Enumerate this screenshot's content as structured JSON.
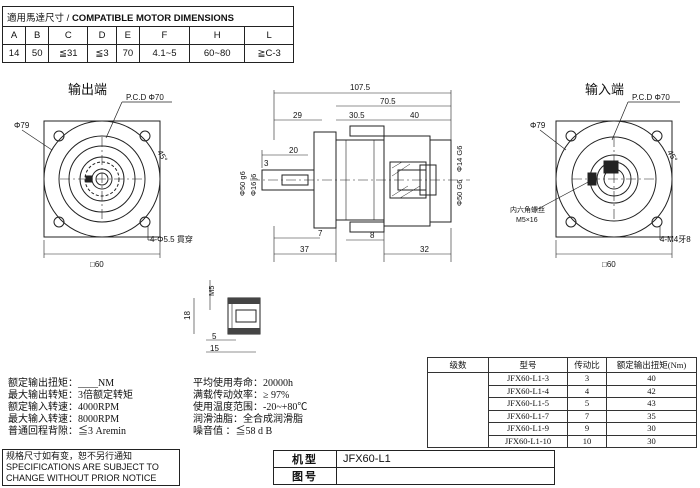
{
  "dim_table": {
    "title_cn": "適用馬達尺寸",
    "title_sep": " / ",
    "title_en": "COMPATIBLE MOTOR DIMENSIONS",
    "headers": [
      "A",
      "B",
      "C",
      "D",
      "E",
      "F",
      "H",
      "L"
    ],
    "values": [
      "14",
      "50",
      "≦31",
      "≦3",
      "70",
      "4.1~5",
      "60~80",
      "≧C-3"
    ]
  },
  "views": {
    "output_title": "输出端",
    "input_title": "输入端",
    "output_labels": {
      "pcd": "P.C.D Φ70",
      "dia79": "Φ79",
      "deg45": "45°",
      "holes": "4-Φ5.5 貫穿",
      "square": "□60"
    },
    "input_labels": {
      "pcd": "P.C.D Φ70",
      "dia79": "Φ79",
      "deg45": "45°",
      "hex": "内六角螺丝",
      "hex_size": "M5×16",
      "tap": "4-M4牙8",
      "square": "□60"
    },
    "side_labels": {
      "d107_5": "107.5",
      "d70_5": "70.5",
      "d29": "29",
      "d30_5": "30.5",
      "d40": "40",
      "d20": "20",
      "d3": "3",
      "d50g6": "Φ50 g6",
      "d16j6": "Φ16 j6",
      "d14g6": "Φ14 G6",
      "d50g6b": "Φ50 G6",
      "d7": "7",
      "d37": "37",
      "d8": "8",
      "d32": "32"
    },
    "key_labels": {
      "m5": "M5",
      "d18": "18",
      "d5": "5",
      "d15": "15"
    }
  },
  "specs_left": [
    "额定输出扭矩：____NM",
    "最大输出转矩：3倍额定转矩",
    "额定输入转速：4000RPM",
    "最大输入转速：8000RPM",
    "普通回程背隙：≦3 Aremin"
  ],
  "specs_right": [
    "平均使用寿命：20000h",
    "满载传动效率：≥ 97%",
    "使用温度范围：-20~+80℃",
    "润滑油脂：全合成润滑脂",
    "噪音值      ：≦58 d B"
  ],
  "notice": {
    "cn": "规格尺寸如有变，恕不另行通知",
    "en1": "SPECIFICATIONS ARE SUBJECT TO",
    "en2": "CHANGE WITHOUT PRIOR NOTICE"
  },
  "ratio_table": {
    "headers": [
      "级数",
      "型号",
      "传动比",
      "额定输出扭矩(Nm)"
    ],
    "rows": [
      {
        "model": "JFX60-L1-3",
        "ratio": "3",
        "torque": "40"
      },
      {
        "model": "JFX60-L1-4",
        "ratio": "4",
        "torque": "42"
      },
      {
        "model": "JFX60-L1-5",
        "ratio": "5",
        "torque": "43"
      },
      {
        "model": "JFX60-L1-7",
        "ratio": "7",
        "torque": "35"
      },
      {
        "model": "JFX60-L1-9",
        "ratio": "9",
        "torque": "30"
      },
      {
        "model": "JFX60-L1-10",
        "ratio": "10",
        "torque": "30"
      }
    ]
  },
  "model_table": {
    "model_label": "机型",
    "model_value": "JFX60-L1",
    "drawing_label": "图号",
    "drawing_value": ""
  }
}
